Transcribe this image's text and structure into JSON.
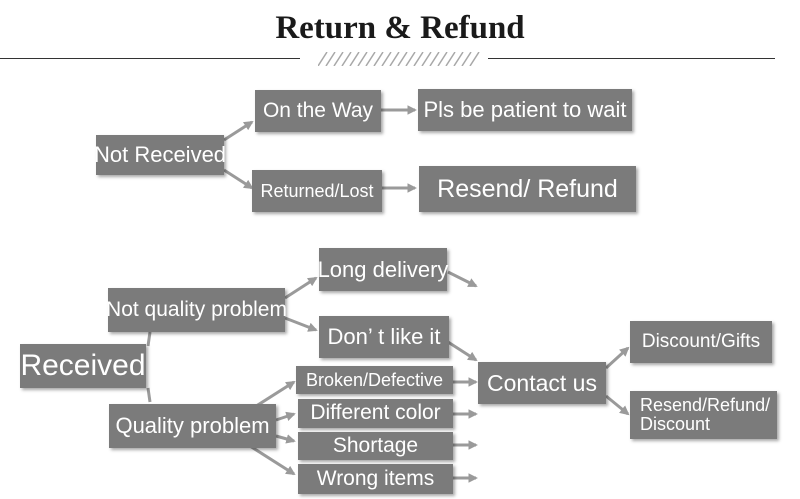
{
  "title": "Return & Refund",
  "nodes": {
    "not_received": "Not Received",
    "on_the_way": "On the Way",
    "be_patient": "Pls be patient to wait",
    "returned_lost": "Returned/Lost",
    "resend_refund": "Resend/ Refund",
    "received": "Received",
    "not_quality_problem": "Not quality problem",
    "long_delivery": "Long delivery",
    "dont_like_it": "Don’ t like it",
    "quality_problem": "Quality problem",
    "broken_defective": "Broken/Defective",
    "different_color": "Different color",
    "shortage": "Shortage",
    "wrong_items": "Wrong items",
    "contact_us": "Contact us",
    "discount_gifts": "Discount/Gifts",
    "resend_refund_discount_1": "Resend/Refund/",
    "resend_refund_discount_2": "Discount"
  },
  "colors": {
    "box": "#7b7b7b",
    "text": "#ffffff",
    "arrow": "#9a9a9a"
  }
}
